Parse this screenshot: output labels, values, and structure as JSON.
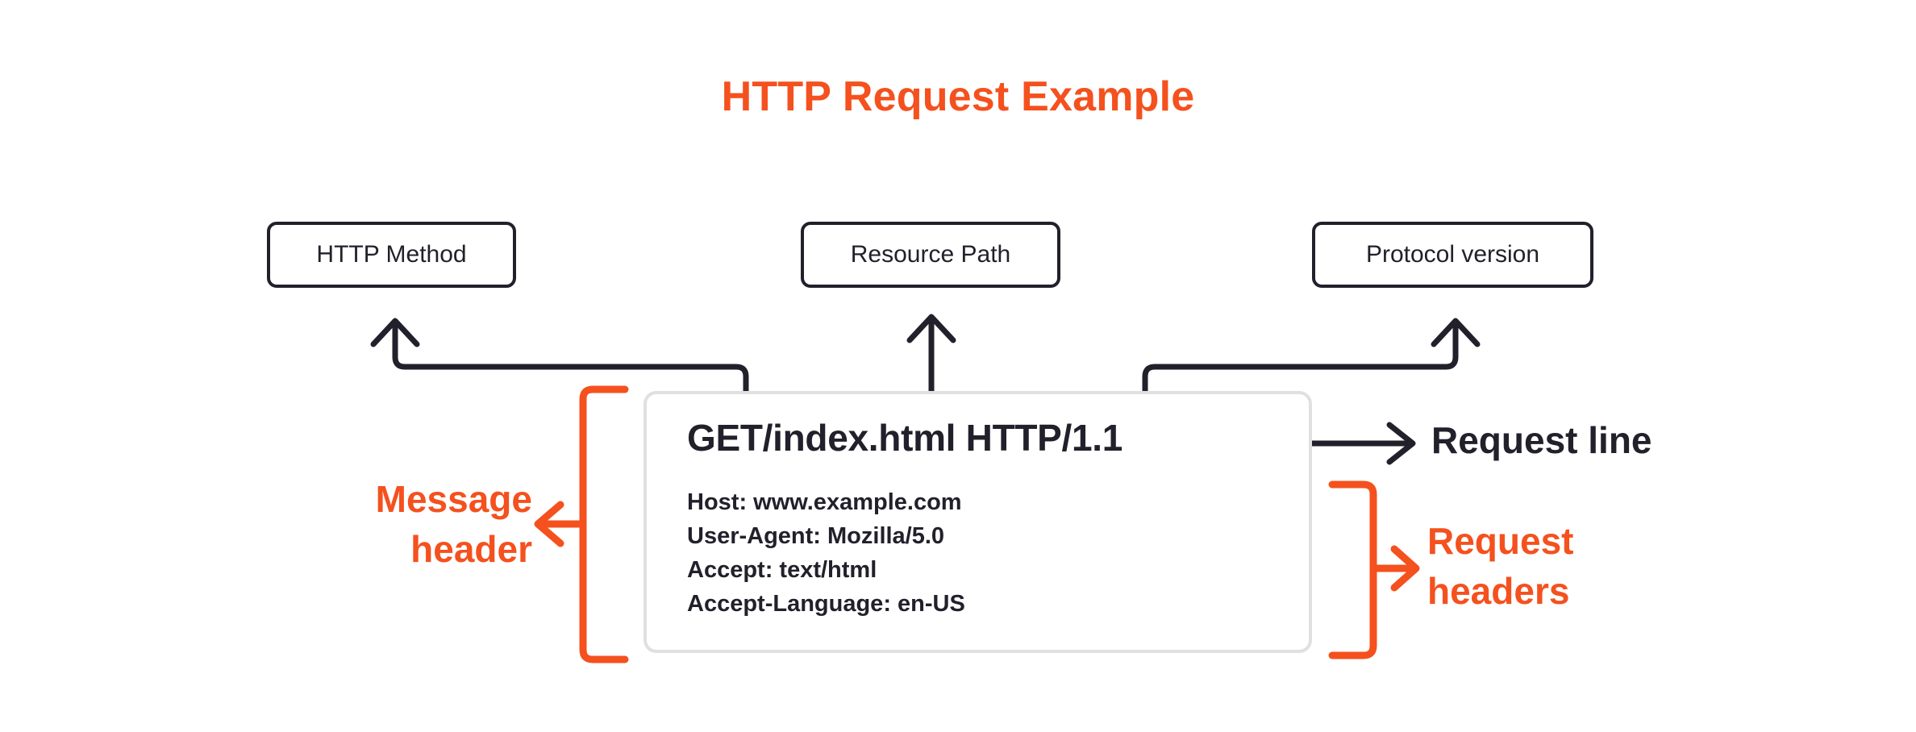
{
  "title": "HTTP Request Example",
  "colors": {
    "accent_orange": "#F4511E",
    "ink": "#22202B",
    "box_border_gray": "#E0E0E0",
    "background": "#FFFFFF"
  },
  "callouts": [
    {
      "id": "http-method",
      "label": "HTTP Method"
    },
    {
      "id": "resource-path",
      "label": "Resource Path"
    },
    {
      "id": "protocol-version",
      "label": "Protocol version"
    }
  ],
  "message": {
    "request_line": "GET/index.html HTTP/1.1",
    "headers": [
      "Host: www.example.com",
      "User-Agent: Mozilla/5.0",
      "Accept: text/html",
      "Accept-Language: en-US"
    ]
  },
  "annotations": {
    "request_line_label": "Request line",
    "message_header_label_line1": "Message",
    "message_header_label_line2": "header",
    "request_headers_label_line1": "Request",
    "request_headers_label_line2": "headers"
  },
  "icons": {
    "arrow_up": "arrow-up-icon",
    "arrow_right": "arrow-right-icon",
    "arrow_left": "arrow-left-icon",
    "bracket_left": "bracket-left-icon",
    "bracket_right": "bracket-right-icon"
  }
}
